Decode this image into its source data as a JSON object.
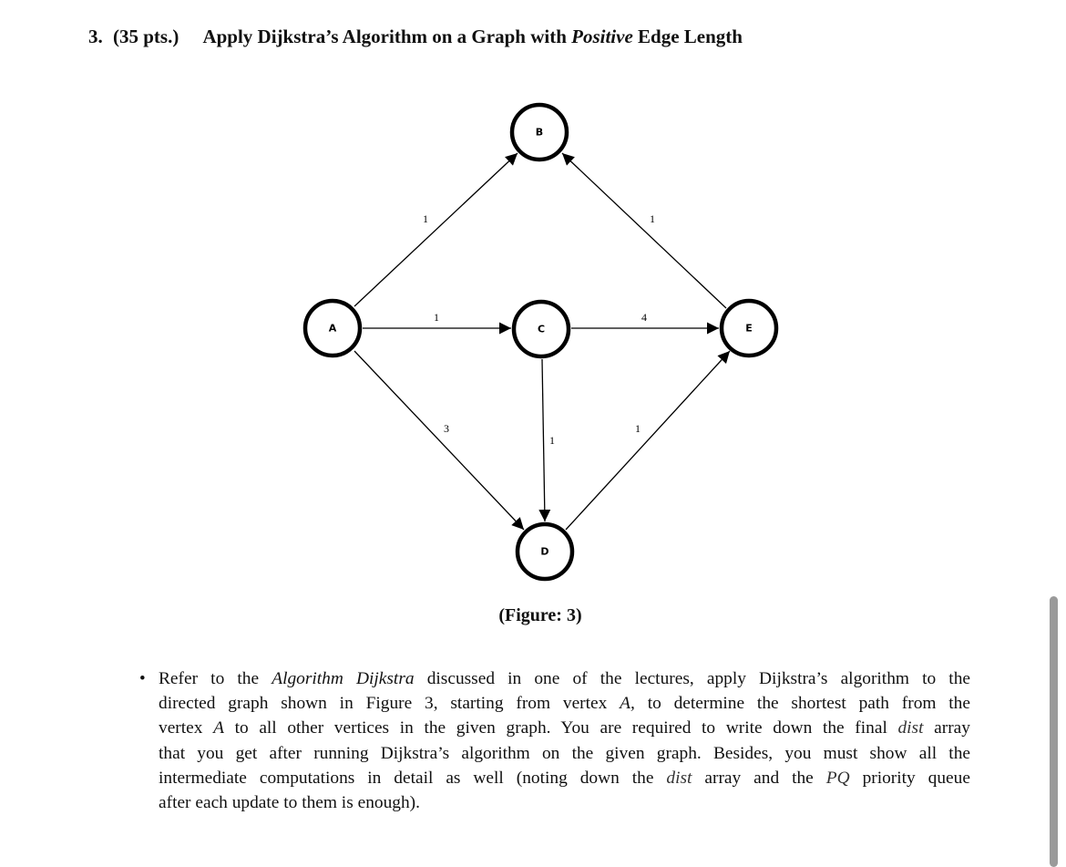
{
  "heading": {
    "number": "3.",
    "points": "(35 pts.)",
    "title_pre": "Apply Dijkstra’s Algorithm on a Graph with",
    "title_em": "Positive",
    "title_post": "Edge Length"
  },
  "graph": {
    "nodes": {
      "A": "A",
      "B": "B",
      "C": "C",
      "D": "D",
      "E": "E"
    },
    "edges": [
      {
        "from": "A",
        "to": "B",
        "weight": "1"
      },
      {
        "from": "E",
        "to": "B",
        "weight": "1"
      },
      {
        "from": "A",
        "to": "C",
        "weight": "1"
      },
      {
        "from": "C",
        "to": "E",
        "weight": "4"
      },
      {
        "from": "A",
        "to": "D",
        "weight": "3"
      },
      {
        "from": "C",
        "to": "D",
        "weight": "1"
      },
      {
        "from": "D",
        "to": "E",
        "weight": "1"
      }
    ]
  },
  "caption": "(Figure: 3)",
  "bullet": {
    "l1_a": "Refer to the",
    "l1_i": "Algorithm Dijkstra",
    "l1_b": "discussed in one of the lectures, apply Dijkstra’s algorithm to the",
    "l2": "directed graph shown in Figure 3, starting from vertex",
    "l2_m": "A,",
    "l2_b": "to determine the shortest path from the",
    "l3_a": "vertex",
    "l3_m": "A",
    "l3_b": "to all other vertices in the given graph. You are required to write down the final",
    "l3_m2": "dist",
    "l3_c": "array",
    "l4": "that you get after running Dijkstra’s algorithm on the given graph. Besides, you must show all the",
    "l5_a": "intermediate computations in detail as well (noting down the",
    "l5_m": "dist",
    "l5_b": "array and the",
    "l5_m2": "PQ",
    "l5_c": "priority queue",
    "l6": "after each update to them is enough)."
  }
}
